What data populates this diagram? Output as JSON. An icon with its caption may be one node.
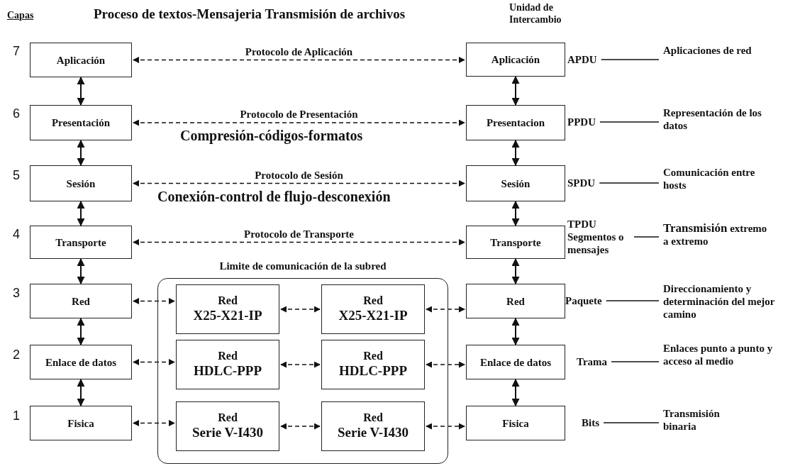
{
  "diagram": {
    "title": "Proceso de textos-Mensajeria Transmisión de archivos",
    "nodes": [
      {
        "text": [
          "Aplicación"
        ]
      },
      {
        "text": [
          "Presentación"
        ]
      },
      {
        "text": [
          "Sesión"
        ]
      },
      {
        "text": [
          "Transporte"
        ]
      },
      {
        "text": [
          "Red"
        ]
      },
      {
        "text": [
          "Enlace de datos"
        ]
      },
      {
        "text": [
          "Fisica"
        ]
      },
      {
        "text": [
          "Aplicación"
        ]
      },
      {
        "text": [
          "Presentacion"
        ]
      },
      {
        "text": [
          "Sesión"
        ]
      },
      {
        "text": [
          "Transporte"
        ]
      },
      {
        "text": [
          "Red"
        ]
      },
      {
        "text": [
          "Enlace de datos"
        ]
      },
      {
        "text": [
          "Fisica"
        ]
      },
      {
        "text": [
          "Limite de comunicación de la subred"
        ]
      },
      {
        "text": [
          "Red",
          "X25-X21-IP"
        ],
        "in": 14
      },
      {
        "text": [
          "Red",
          "X25-X21-IP"
        ],
        "in": 14
      },
      {
        "text": [
          "Red",
          "HDLC-PPP"
        ],
        "in": 14
      },
      {
        "text": [
          "Red",
          "HDLC-PPP"
        ],
        "in": 14
      },
      {
        "text": [
          "Red",
          "Serie V-I430"
        ],
        "in": 14
      },
      {
        "text": [
          "Red",
          "Serie V-I430"
        ],
        "in": 14
      },
      {
        "text": [
          "APDU"
        ]
      },
      {
        "text": [
          "PPDU"
        ]
      },
      {
        "text": [
          "SPDU"
        ]
      },
      {
        "text": [
          "TPDU Segmentos o mensajes"
        ]
      },
      {
        "text": [
          "Paquete"
        ]
      },
      {
        "text": [
          "Trama"
        ]
      },
      {
        "text": [
          "Bits"
        ]
      },
      {
        "text": [
          "Aplicaciones de red"
        ]
      },
      {
        "text": [
          "Representación de los datos"
        ]
      },
      {
        "text": [
          "Comunicación entre hosts"
        ]
      },
      {
        "text": [
          "**Transmisión** extremo a extremo"
        ]
      },
      {
        "text": [
          "Direccionamiento y determinación del mejor camino"
        ]
      },
      {
        "text": [
          "Enlaces punto a punto y acceso al medio"
        ]
      },
      {
        "text": [
          "Transmisión binaria"
        ]
      }
    ],
    "edges": [
      {
        "from": 0,
        "to": 1,
        "arrow": "both"
      },
      {
        "from": 1,
        "to": 2,
        "arrow": "both"
      },
      {
        "from": 2,
        "to": 3,
        "arrow": "both"
      },
      {
        "from": 3,
        "to": 4,
        "arrow": "both"
      },
      {
        "from": 4,
        "to": 5,
        "arrow": "both"
      },
      {
        "from": 5,
        "to": 6,
        "arrow": "both"
      },
      {
        "from": 7,
        "to": 8,
        "arrow": "both"
      },
      {
        "from": 8,
        "to": 9,
        "arrow": "both"
      },
      {
        "from": 9,
        "to": 10,
        "arrow": "both"
      },
      {
        "from": 10,
        "to": 11,
        "arrow": "both"
      },
      {
        "from": 11,
        "to": 12,
        "arrow": "both"
      },
      {
        "from": 12,
        "to": 13,
        "arrow": "both"
      },
      {
        "from": 0,
        "to": 7,
        "arrow": "both",
        "style": "dashed",
        "label": "Protocolo de Aplicación"
      },
      {
        "from": 1,
        "to": 8,
        "arrow": "both",
        "style": "dashed",
        "label": "Protocolo de Presentación"
      },
      {
        "from": 2,
        "to": 9,
        "arrow": "both",
        "style": "dashed",
        "label": "Protocolo de Sesión"
      },
      {
        "from": 3,
        "to": 10,
        "arrow": "both",
        "style": "dashed",
        "label": "Protocolo de Transporte"
      },
      {
        "from": 4,
        "to": 15,
        "arrow": "both",
        "style": "dashed"
      },
      {
        "from": 15,
        "to": 16,
        "arrow": "both",
        "style": "dashed"
      },
      {
        "from": 16,
        "to": 11,
        "arrow": "both",
        "style": "dashed"
      },
      {
        "from": 5,
        "to": 17,
        "arrow": "both",
        "style": "dashed"
      },
      {
        "from": 17,
        "to": 18,
        "arrow": "both",
        "style": "dashed"
      },
      {
        "from": 18,
        "to": 12,
        "arrow": "both",
        "style": "dashed"
      },
      {
        "from": 6,
        "to": 19,
        "arrow": "both",
        "style": "dashed"
      },
      {
        "from": 19,
        "to": 20,
        "arrow": "both",
        "style": "dashed"
      },
      {
        "from": 20,
        "to": 13,
        "arrow": "both",
        "style": "dashed"
      },
      {
        "from": 21,
        "to": 28,
        "arrow": "none"
      },
      {
        "from": 22,
        "to": 29,
        "arrow": "none"
      },
      {
        "from": 23,
        "to": 30,
        "arrow": "none"
      },
      {
        "from": 24,
        "to": 31,
        "arrow": "none"
      },
      {
        "from": 25,
        "to": 32,
        "arrow": "none"
      },
      {
        "from": 26,
        "to": 33,
        "arrow": "none"
      },
      {
        "from": 27,
        "to": 34,
        "arrow": "none"
      }
    ],
    "labels": [
      "Capas",
      "Unidad de Intercambio",
      "7",
      "6",
      "5",
      "4",
      "3",
      "2",
      "1",
      "Compresión-códigos-formatos",
      "Conexión-control de flujo-desconexión"
    ]
  }
}
